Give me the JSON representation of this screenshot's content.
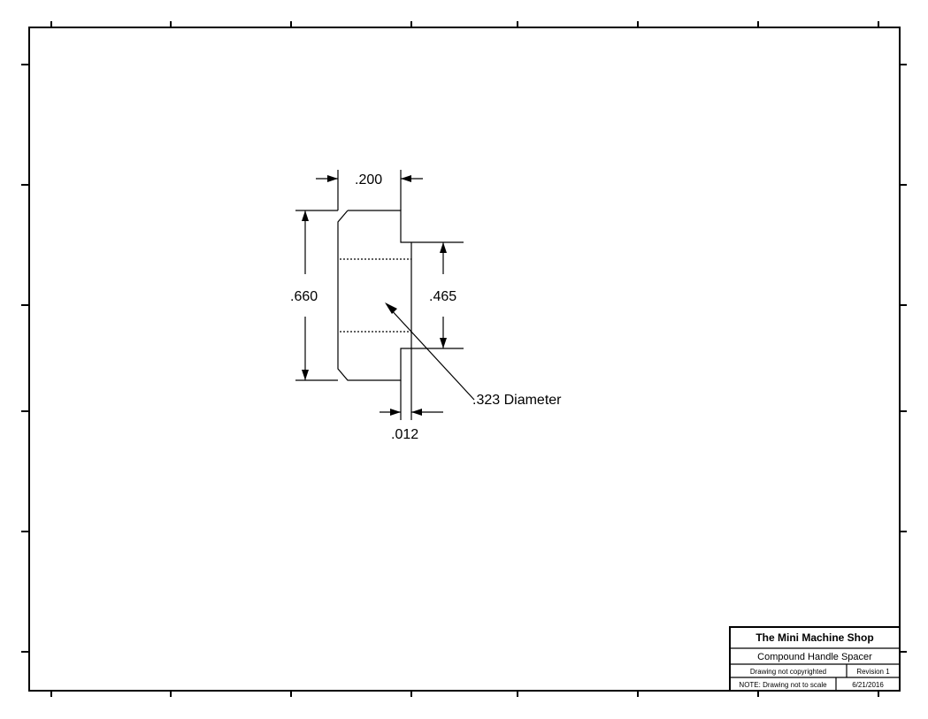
{
  "drawing": {
    "dimensions": {
      "top_width": ".200",
      "overall_height": ".660",
      "step_height": ".465",
      "step_offset": ".012",
      "bore": ".323 Diameter"
    }
  },
  "title_block": {
    "company": "The Mini Machine Shop",
    "part_name": "Compound Handle Spacer",
    "copyright": "Drawing not copyrighted",
    "revision": "Revision 1",
    "note": "NOTE: Drawing not to scale",
    "date": "6/21/2016"
  }
}
